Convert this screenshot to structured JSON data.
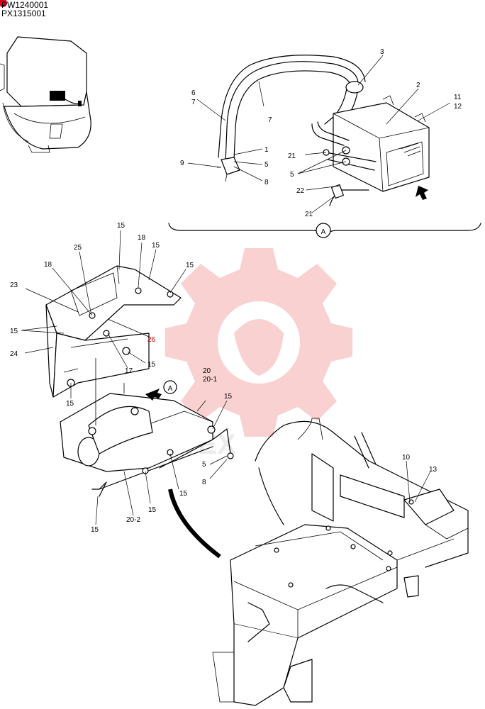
{
  "header": {
    "codes": [
      "PW1240001",
      "PX1315001"
    ],
    "marker_color": "#e3001b"
  },
  "view_label": "A",
  "arrow_label": "A",
  "watermark": {
    "text": "TEX",
    "color": "#f8c9c9"
  },
  "callouts": {
    "c1": "1",
    "c2": "2",
    "c3": "3",
    "c5a": "5",
    "c5b": "5",
    "c5c": "5",
    "c6": "6",
    "c7a": "7",
    "c7b": "7",
    "c8a": "8",
    "c8b": "8",
    "c9": "9",
    "c10": "10",
    "c11": "11",
    "c12": "12",
    "c13": "13",
    "c15a": "15",
    "c15b": "15",
    "c15c": "15",
    "c15d": "15",
    "c15e": "15",
    "c15f": "15",
    "c15g": "15",
    "c15h": "15",
    "c15i": "15",
    "c15j": "15",
    "c17": "17",
    "c18a": "18",
    "c18b": "18",
    "c20": "20",
    "c20_1": "20-1",
    "c20_2": "20-2",
    "c21a": "21",
    "c21b": "21",
    "c22": "22",
    "c23": "23",
    "c24": "24",
    "c25": "25",
    "c26": "26"
  }
}
